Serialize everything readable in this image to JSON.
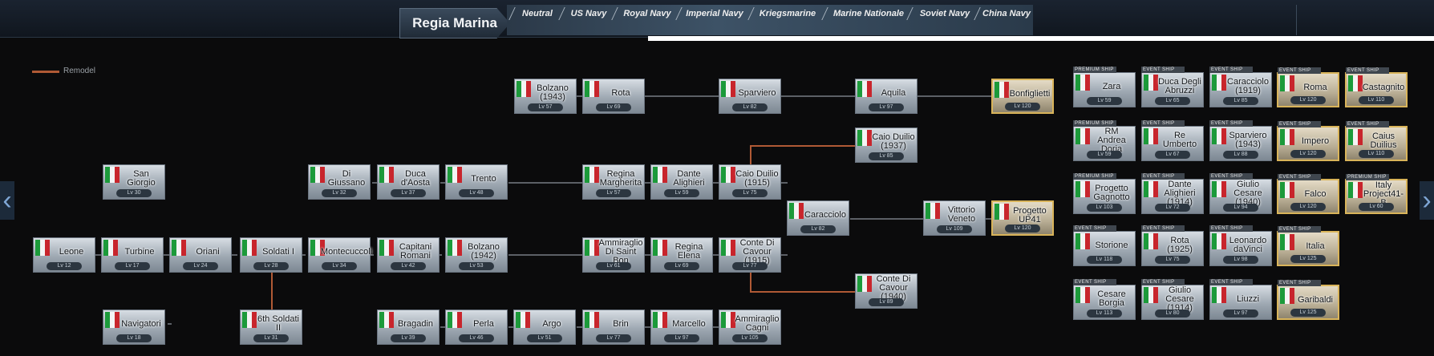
{
  "header": {
    "title": "Regia Marina",
    "tabs": [
      "Neutral",
      "US Navy",
      "Royal Navy",
      "Imperial Navy",
      "Kriegsmarine",
      "Marine Nationale",
      "Soviet Navy",
      "China Navy"
    ]
  },
  "legend": {
    "remodel_label": "Remodel",
    "remodel_color": "#b05a35"
  },
  "colors": {
    "flag_green": "#1c9a3a",
    "flag_white": "#f4f4f4",
    "flag_red": "#c8252c",
    "gold_border": "#d9b45a"
  },
  "nav": {
    "prev_icon": "‹",
    "next_icon": "›"
  },
  "tree": {
    "bolzano1943": {
      "name": "Bolzano (1943)",
      "level": "Lv 57"
    },
    "rota": {
      "name": "Rota",
      "level": "Lv 69"
    },
    "sparviero": {
      "name": "Sparviero",
      "level": "Lv 82"
    },
    "aquila": {
      "name": "Aquila",
      "level": "Lv 97"
    },
    "bonfiglietti": {
      "name": "Bonfiglietti",
      "level": "Lv 120"
    },
    "caio_duilio1937": {
      "name": "Caio Duilio (1937)",
      "level": "Lv 85"
    },
    "san_giorgio": {
      "name": "San Giorgio",
      "level": "Lv 30"
    },
    "di_giussano": {
      "name": "Di Giussano",
      "level": "Lv 32"
    },
    "duca_daosta": {
      "name": "Duca d'Aosta",
      "level": "Lv 37"
    },
    "trento": {
      "name": "Trento",
      "level": "Lv 48"
    },
    "regina_margherita": {
      "name": "Regina Margherita",
      "level": "Lv 57"
    },
    "dante_alighieri": {
      "name": "Dante Alighieri",
      "level": "Lv 59"
    },
    "caio_duilio1915": {
      "name": "Caio Duilio (1915)",
      "level": "Lv 75"
    },
    "caracciolo": {
      "name": "Caracciolo",
      "level": "Lv 82"
    },
    "vittorio_veneto": {
      "name": "Vittorio Veneto",
      "level": "Lv 109"
    },
    "progetto_up41": {
      "name": "Progetto UP41",
      "level": "Lv 120"
    },
    "leone": {
      "name": "Leone",
      "level": "Lv 12"
    },
    "turbine": {
      "name": "Turbine",
      "level": "Lv 17"
    },
    "oriani": {
      "name": "Oriani",
      "level": "Lv 24"
    },
    "soldati1": {
      "name": "Soldati I",
      "level": "Lv 28"
    },
    "montecuccoli": {
      "name": "Montecuccoli",
      "level": "Lv 34"
    },
    "capitani_romani": {
      "name": "Capitani Romani",
      "level": "Lv 42"
    },
    "bolzano1942": {
      "name": "Bolzano (1942)",
      "level": "Lv 53"
    },
    "ammiraglio_saint_bon": {
      "name": "Ammiraglio Di Saint Bon",
      "level": "Lv 61"
    },
    "regina_elena": {
      "name": "Regina Elena",
      "level": "Lv 69"
    },
    "conte_di_cavour1915": {
      "name": "Conte Di Cavour (1915)",
      "level": "Lv 77"
    },
    "conte_di_cavour1940": {
      "name": "Conte Di Cavour (1940)",
      "level": "Lv 89"
    },
    "navigatori": {
      "name": "Navigatori",
      "level": "Lv 18"
    },
    "soldati2": {
      "name": "6th Soldati II",
      "level": "Lv 31"
    },
    "bragadin": {
      "name": "Bragadin",
      "level": "Lv 39"
    },
    "perla": {
      "name": "Perla",
      "level": "Lv 46"
    },
    "argo": {
      "name": "Argo",
      "level": "Lv 51"
    },
    "brin": {
      "name": "Brin",
      "level": "Lv 77"
    },
    "marcello": {
      "name": "Marcello",
      "level": "Lv 97"
    },
    "ammiraglio_cagni": {
      "name": "Ammiraglio Cagni",
      "level": "Lv 105"
    }
  },
  "side": {
    "zara": {
      "name": "Zara",
      "level": "Lv 59",
      "badge": "PREMIUM SHIP"
    },
    "duca_abruzzi": {
      "name": "Duca Degli Abruzzi",
      "level": "Lv 65",
      "badge": "EVENT SHIP"
    },
    "caracciolo1919": {
      "name": "Caracciolo (1919)",
      "level": "Lv 85",
      "badge": "EVENT SHIP"
    },
    "roma": {
      "name": "Roma",
      "level": "Lv 120",
      "badge": "EVENT SHIP"
    },
    "castagnito": {
      "name": "Castagnito",
      "level": "Lv 110",
      "badge": "EVENT SHIP"
    },
    "andrea_doria": {
      "name": "RM Andrea Doria",
      "level": "Lv 59",
      "badge": "PREMIUM SHIP"
    },
    "re_umberto": {
      "name": "Re Umberto",
      "level": "Lv 67",
      "badge": "EVENT SHIP"
    },
    "sparviero1943": {
      "name": "Sparviero (1943)",
      "level": "Lv 88",
      "badge": "EVENT SHIP"
    },
    "impero": {
      "name": "Impero",
      "level": "Lv 120",
      "badge": "EVENT SHIP"
    },
    "caius_duilius": {
      "name": "Caius Duilius",
      "level": "Lv 110",
      "badge": "EVENT SHIP"
    },
    "progetto_gagnotto": {
      "name": "Progetto Gagnotto",
      "level": "Lv 103",
      "badge": "PREMIUM SHIP"
    },
    "dante1914": {
      "name": "Dante Alighieri (1914)",
      "level": "Lv 72",
      "badge": "EVENT SHIP"
    },
    "giulio_cesare1940": {
      "name": "Giulio Cesare (1940)",
      "level": "Lv 94",
      "badge": "EVENT SHIP"
    },
    "falco": {
      "name": "Falco",
      "level": "Lv 120",
      "badge": "EVENT SHIP"
    },
    "project41b": {
      "name": "Italy Project41-B",
      "level": "Lv 60",
      "badge": "PREMIUM SHIP"
    },
    "storione": {
      "name": "Storione",
      "level": "Lv 118",
      "badge": "EVENT SHIP"
    },
    "rota1925": {
      "name": "Rota (1925)",
      "level": "Lv 75",
      "badge": "EVENT SHIP"
    },
    "leonardo": {
      "name": "Leonardo daVinci",
      "level": "Lv 98",
      "badge": "EVENT SHIP"
    },
    "italia": {
      "name": "Italia",
      "level": "Lv 125",
      "badge": "EVENT SHIP"
    },
    "cesare_borgia": {
      "name": "Cesare Borgia",
      "level": "Lv 113",
      "badge": "EVENT SHIP"
    },
    "giulio_cesare1914": {
      "name": "Giulio Cesare (1914)",
      "level": "Lv 80",
      "badge": "EVENT SHIP"
    },
    "liuzzi": {
      "name": "Liuzzi",
      "level": "Lv 97",
      "badge": "EVENT SHIP"
    },
    "garibaldi": {
      "name": "Garibaldi",
      "level": "Lv 125",
      "badge": "EVENT SHIP"
    }
  }
}
